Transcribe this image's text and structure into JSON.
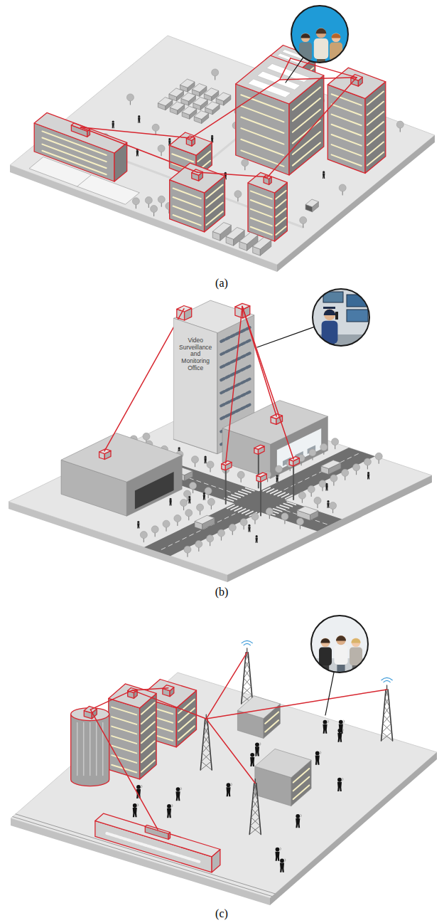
{
  "diagram": {
    "nodes": [
      {
        "text": [
          "Video Surveillance and Monitoring Office"
        ]
      }
    ],
    "labels": [
      "(a)",
      "(b)",
      "(c)"
    ]
  }
}
